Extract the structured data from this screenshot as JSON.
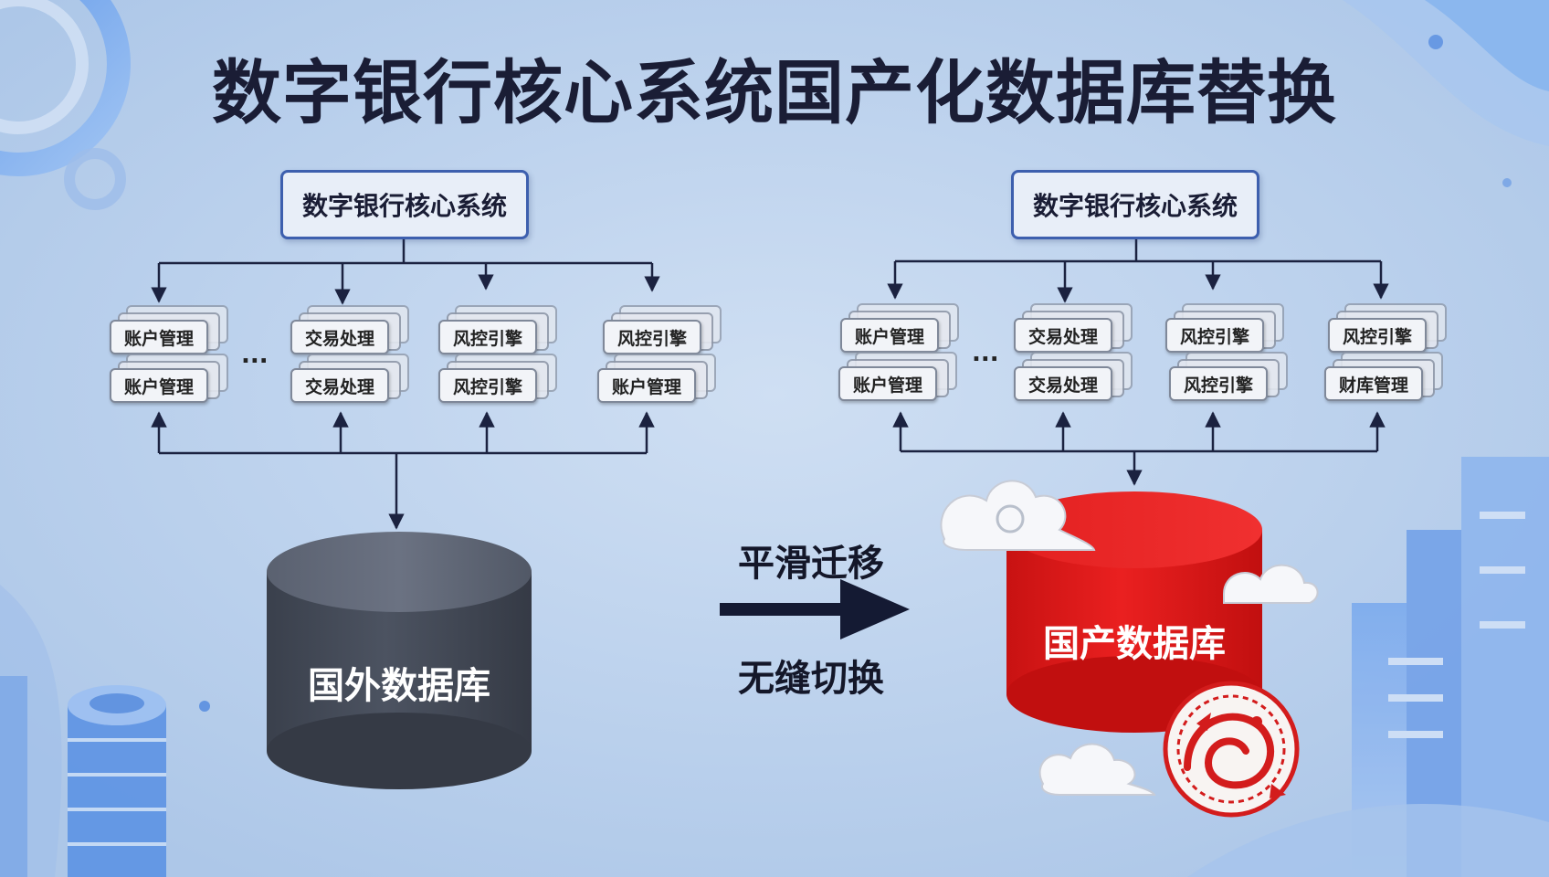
{
  "title": "数字银行核心系统国产化数据库替换",
  "colors": {
    "background": "#bcd3ee",
    "box_border": "#3d5fae",
    "connector": "#1b2240",
    "legacy_db": "#4b5260",
    "domestic_db": "#e01c1c",
    "arrow": "#141a33"
  },
  "left": {
    "core": "数字银行核心系统",
    "modules_top": [
      "账户管理",
      "交易处理",
      "风控引擎",
      "风控引擎"
    ],
    "modules_bottom": [
      "账户管理",
      "交易处理",
      "风控引擎",
      "账户管理"
    ],
    "ellipsis": "...",
    "database": "国外数据库"
  },
  "right": {
    "core": "数字银行核心系统",
    "modules_top": [
      "账户管理",
      "交易处理",
      "风控引擎",
      "风控引擎"
    ],
    "modules_bottom": [
      "账户管理",
      "交易处理",
      "风控引擎",
      "财库管理"
    ],
    "ellipsis": "...",
    "database": "国产数据库"
  },
  "migration": {
    "top": "平滑迁移",
    "bottom": "无缝切换"
  },
  "icons": [
    "cloud-icon",
    "dragon-seal-icon",
    "database-stack-icon",
    "arrow-right-icon"
  ]
}
